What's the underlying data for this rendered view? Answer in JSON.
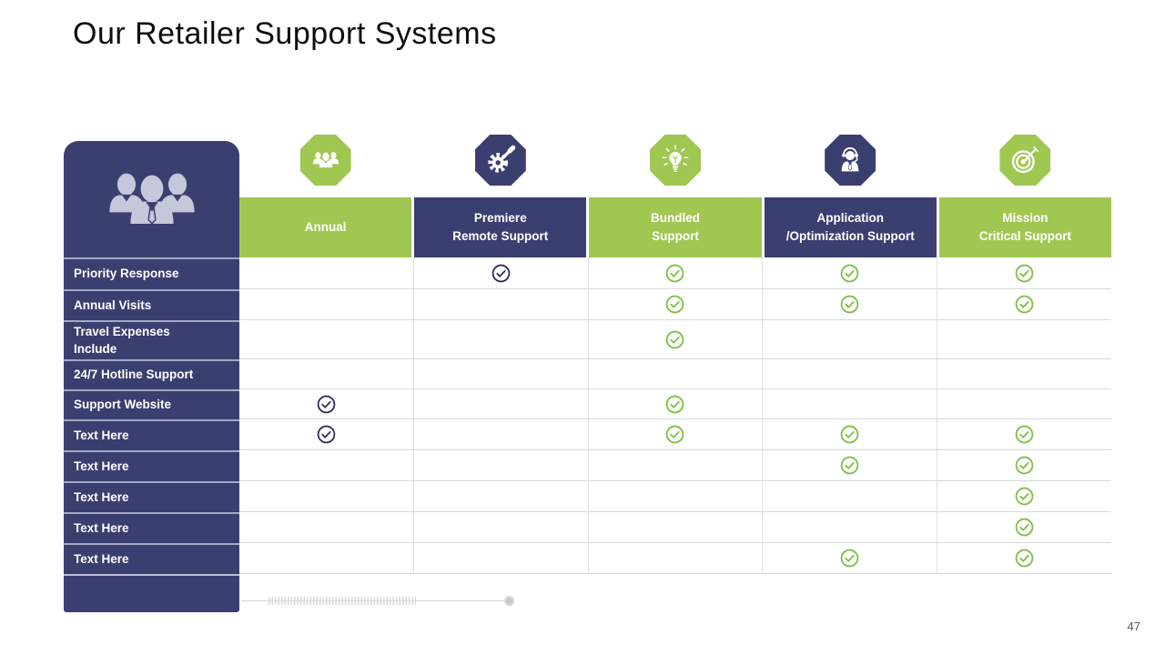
{
  "slide": {
    "title": "Our Retailer Support Systems",
    "page_number": "47"
  },
  "colors": {
    "navy": "#3b3f70",
    "green": "#a0c751",
    "check_green": "#7cc142",
    "check_navy": "#2d3160",
    "sidebar_icon": "#c5c7da",
    "gridline": "#d8d8d8"
  },
  "table": {
    "corner_icon": "team-people-icon",
    "plans": [
      {
        "label": "Annual",
        "color": "green",
        "icon": "group-people-icon"
      },
      {
        "label": "Premiere\nRemote Support",
        "color": "navy",
        "icon": "gear-screwdriver-icon"
      },
      {
        "label": "Bundled\nSupport",
        "color": "green",
        "icon": "lightbulb-idea-icon"
      },
      {
        "label": "Application\n/Optimization Support",
        "color": "navy",
        "icon": "support-agent-icon"
      },
      {
        "label": "Mission\nCritical Support",
        "color": "green",
        "icon": "target-arrow-icon"
      }
    ],
    "rows": [
      {
        "label": "Priority Response",
        "checks": [
          "",
          "navy",
          "green",
          "green",
          "green"
        ]
      },
      {
        "label": "Annual Visits",
        "checks": [
          "",
          "",
          "green",
          "green",
          "green"
        ]
      },
      {
        "label": "Travel Expenses\nInclude",
        "checks": [
          "",
          "",
          "green",
          "",
          ""
        ]
      },
      {
        "label": "24/7 Hotline Support",
        "checks": [
          "",
          "",
          "",
          "",
          ""
        ]
      },
      {
        "label": "Support Website",
        "checks": [
          "navy",
          "",
          "green",
          "",
          ""
        ]
      },
      {
        "label": "Text Here",
        "checks": [
          "navy",
          "",
          "green",
          "green",
          "green"
        ]
      },
      {
        "label": "Text Here",
        "checks": [
          "",
          "",
          "",
          "green",
          "green"
        ]
      },
      {
        "label": "Text Here",
        "checks": [
          "",
          "",
          "",
          "",
          "green"
        ]
      },
      {
        "label": "Text Here",
        "checks": [
          "",
          "",
          "",
          "",
          "green"
        ]
      },
      {
        "label": "Text Here",
        "checks": [
          "",
          "",
          "",
          "green",
          "green"
        ]
      }
    ]
  }
}
